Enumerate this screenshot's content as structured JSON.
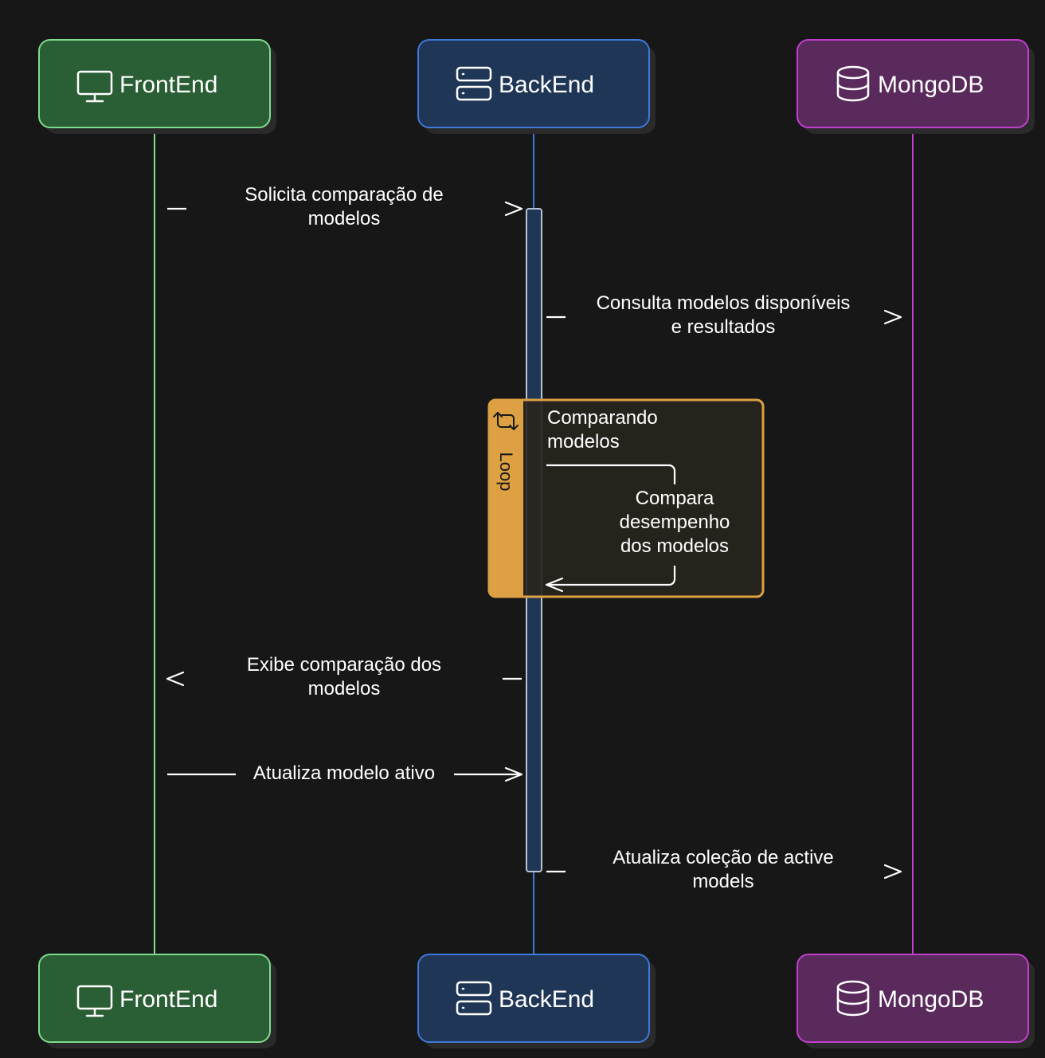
{
  "colors": {
    "background": "#171717",
    "text": "#ffffff",
    "frontend": {
      "fill": "#2a5e34",
      "stroke": "#7fdc8e",
      "line": "#7fdc8e"
    },
    "backend": {
      "fill": "#1f3657",
      "stroke": "#3f79d9",
      "line": "#3f79d9"
    },
    "mongodb": {
      "fill": "#5a2a5c",
      "stroke": "#c23ecf",
      "line": "#c23ecf"
    },
    "loop": {
      "fill": "#dda043",
      "stroke": "#dda043"
    },
    "activation": {
      "fill": "#1f3657",
      "stroke": "#b8c3d4"
    }
  },
  "participants": [
    {
      "id": "frontend",
      "label": "FrontEnd",
      "icon": "monitor-icon"
    },
    {
      "id": "backend",
      "label": "BackEnd",
      "icon": "server-icon"
    },
    {
      "id": "mongodb",
      "label": "MongoDB",
      "icon": "database-icon"
    }
  ],
  "messages": [
    {
      "id": "msg-solicita",
      "from": "frontend",
      "to": "backend",
      "lines": [
        "Solicita comparação de",
        "modelos"
      ]
    },
    {
      "id": "msg-consulta",
      "from": "backend",
      "to": "mongodb",
      "lines": [
        "Consulta modelos disponíveis",
        "e resultados"
      ]
    },
    {
      "id": "msg-compara",
      "from": "backend",
      "to": "backend",
      "lines": [
        "Compara",
        "desempenho",
        "dos modelos"
      ]
    },
    {
      "id": "msg-exibe",
      "from": "backend",
      "to": "frontend",
      "lines": [
        "Exibe comparação dos",
        "modelos"
      ]
    },
    {
      "id": "msg-atualiza-modelo",
      "from": "frontend",
      "to": "backend",
      "lines": [
        "Atualiza modelo ativo"
      ]
    },
    {
      "id": "msg-atualiza-colecao",
      "from": "backend",
      "to": "mongodb",
      "lines": [
        "Atualiza coleção de active",
        "models"
      ]
    }
  ],
  "loop": {
    "tag": "Loop",
    "label_lines": [
      "Comparando",
      "modelos"
    ],
    "icon": "loop-arrows-icon"
  }
}
